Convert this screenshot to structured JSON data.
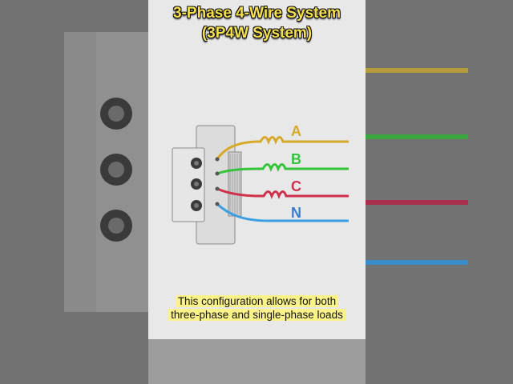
{
  "title": {
    "line1": "3-Phase 4-Wire System",
    "line2": "(3P4W System)"
  },
  "caption": {
    "line1": "This configuration allows for both",
    "line2": "three-phase and single-phase loads"
  },
  "phases": [
    {
      "label": "A",
      "color": "#d6aa28"
    },
    {
      "label": "B",
      "color": "#33c43a"
    },
    {
      "label": "C",
      "color": "#d0304c"
    },
    {
      "label": "N",
      "color": "#3a9ee0"
    }
  ],
  "colors": {
    "title_text": "#f7e04b",
    "caption_highlight": "#fbf38a",
    "panel_background": "#e8e8e8"
  }
}
